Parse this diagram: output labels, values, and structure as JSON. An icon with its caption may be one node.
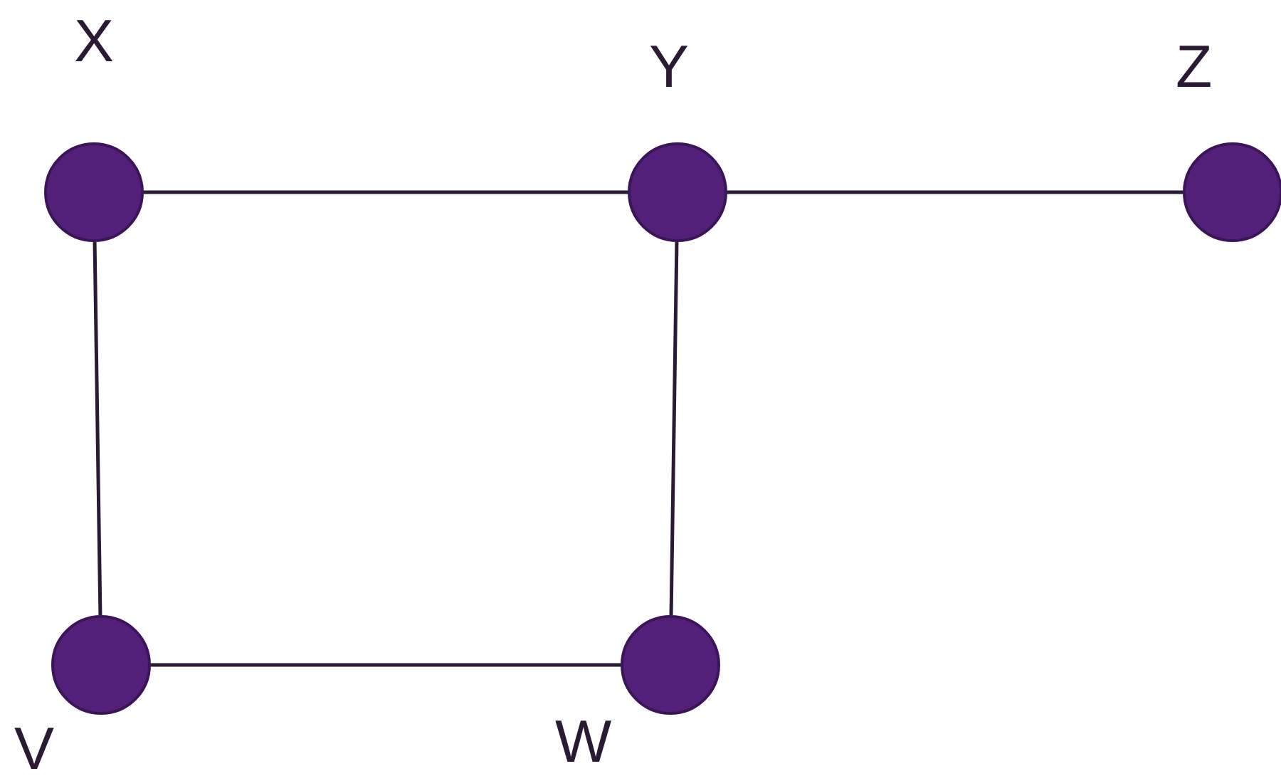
{
  "diagram": {
    "nodes": [
      {
        "text": [],
        "shape": "circle",
        "beside": [
          "X"
        ]
      },
      {
        "text": [],
        "shape": "circle",
        "beside": [
          "Y"
        ]
      },
      {
        "text": [],
        "shape": "circle",
        "beside": [
          "Z"
        ]
      },
      {
        "text": [],
        "shape": "circle",
        "beside": [
          "V"
        ]
      },
      {
        "text": [],
        "shape": "circle",
        "beside": [
          "W"
        ]
      }
    ],
    "edges": [
      {
        "from": 0,
        "to": 1,
        "arrow": "none"
      },
      {
        "from": 1,
        "to": 2,
        "arrow": "none"
      },
      {
        "from": 0,
        "to": 3,
        "arrow": "none"
      },
      {
        "from": 1,
        "to": 4,
        "arrow": "none"
      },
      {
        "from": 3,
        "to": 4,
        "arrow": "none"
      }
    ]
  }
}
